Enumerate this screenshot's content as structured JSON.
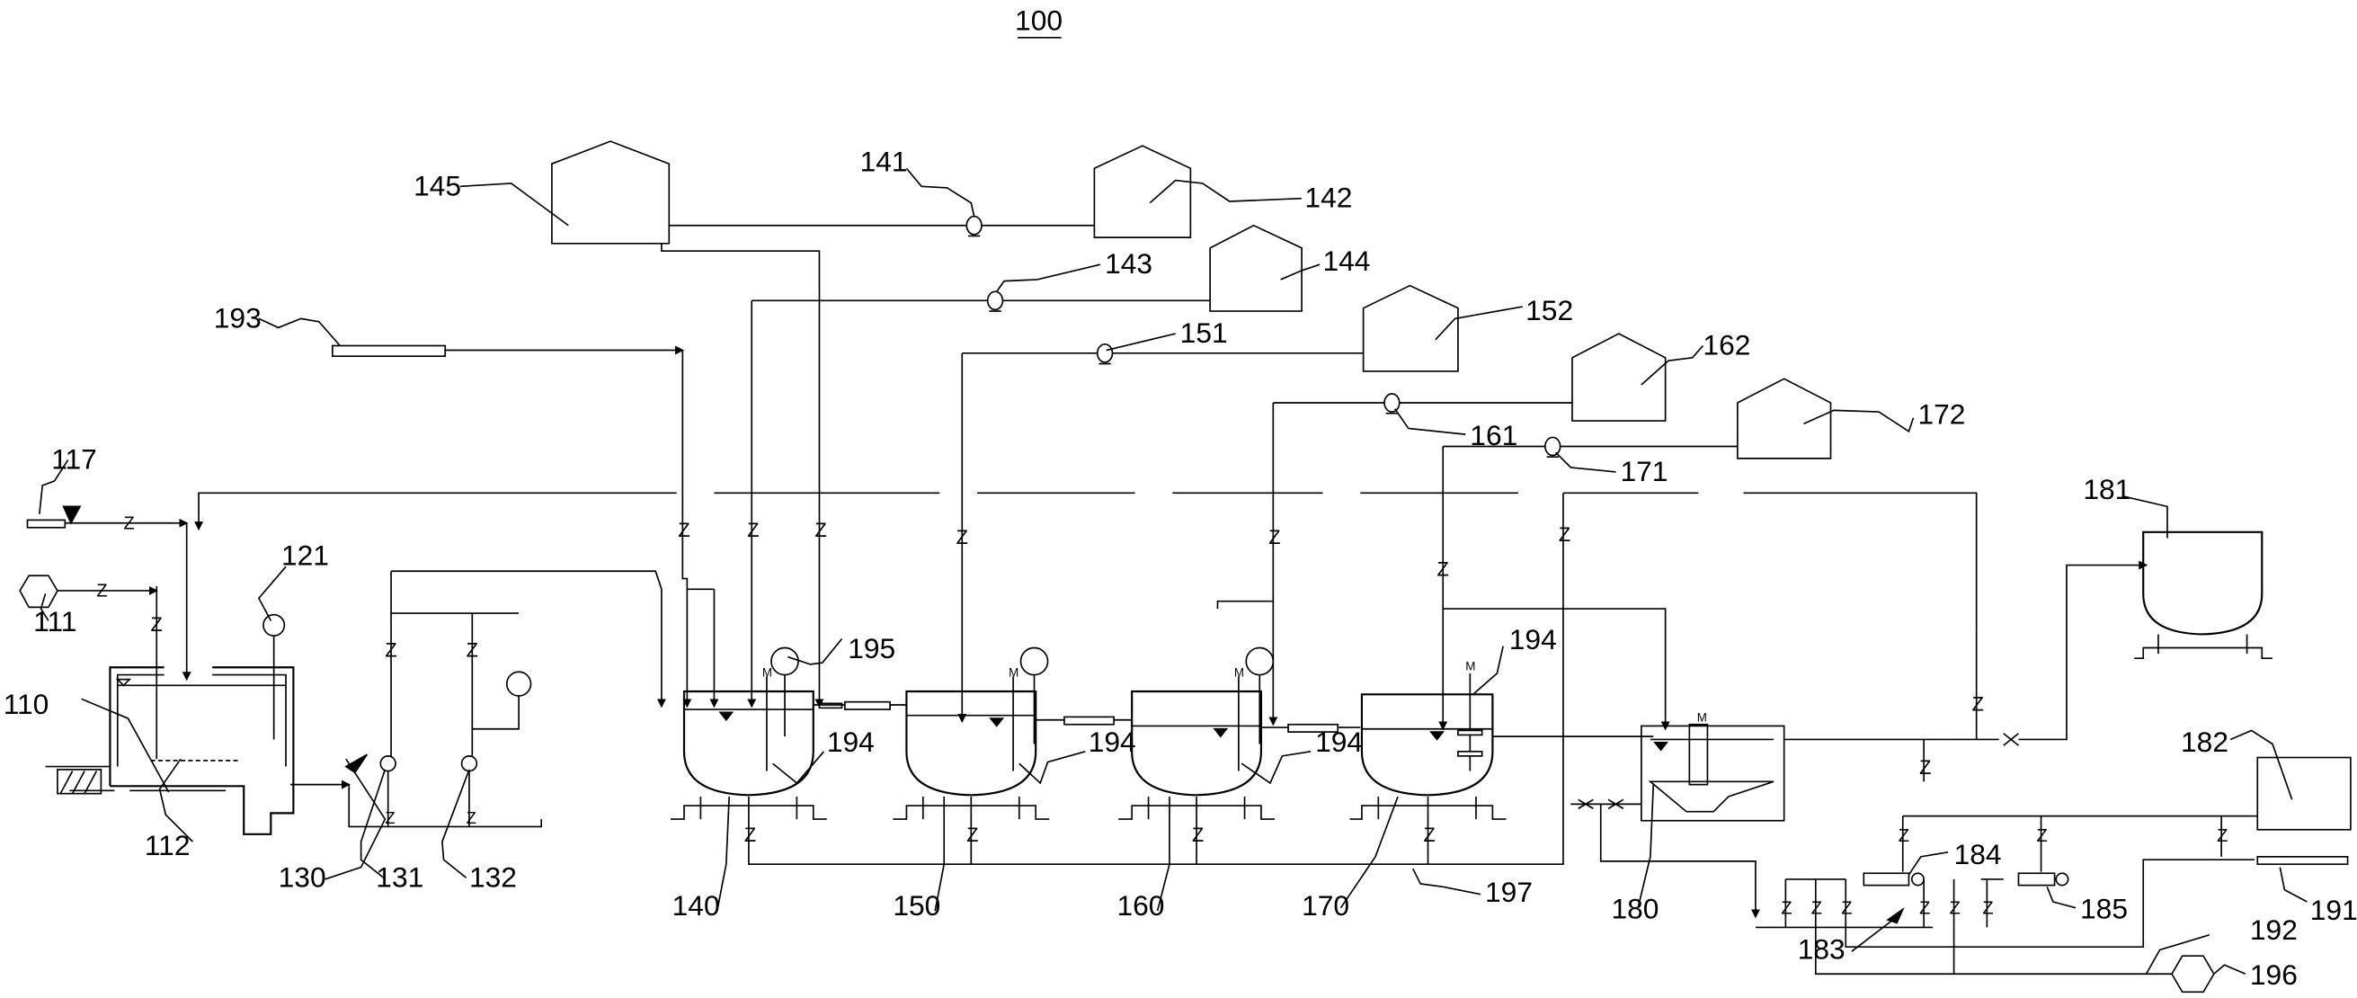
{
  "figure": {
    "title": "100",
    "labels": {
      "l110": "110",
      "l111": "111",
      "l112": "112",
      "l117": "117",
      "l121": "121",
      "l130": "130",
      "l131": "131",
      "l132": "132",
      "l140": "140",
      "l141": "141",
      "l142": "142",
      "l143": "143",
      "l144": "144",
      "l145": "145",
      "l150": "150",
      "l151": "151",
      "l152": "152",
      "l160": "160",
      "l161": "161",
      "l162": "162",
      "l170": "170",
      "l171": "171",
      "l172": "172",
      "l180": "180",
      "l181": "181",
      "l182": "182",
      "l183": "183",
      "l184": "184",
      "l185": "185",
      "l191": "191",
      "l192": "192",
      "l193": "193",
      "l194a": "194",
      "l194b": "194",
      "l194c": "194",
      "l194d": "194",
      "l195": "195",
      "l196": "196",
      "l197": "197"
    },
    "motor_glyph": "M"
  }
}
